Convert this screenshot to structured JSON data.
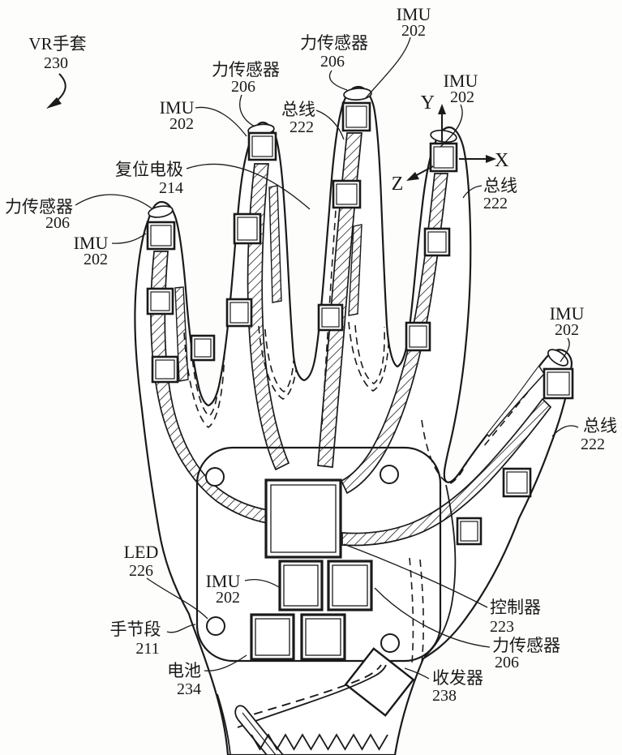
{
  "figure": {
    "type": "patent-line-drawing",
    "subject": "VR glove sensor layout (back-of-hand view)",
    "ink_color": "#1a1a1a",
    "paper_color": "#fdfdfc"
  },
  "axes": {
    "x": "X",
    "y": "Y",
    "z": "Z"
  },
  "labels": [
    {
      "id": "vr-glove",
      "text": "VR手套",
      "ref": "230"
    },
    {
      "id": "force-sensor-ring",
      "text": "力传感器",
      "ref": "206"
    },
    {
      "id": "imu-ring",
      "text": "IMU",
      "ref": "202"
    },
    {
      "id": "force-sensor-middle",
      "text": "力传感器",
      "ref": "206"
    },
    {
      "id": "imu-middle",
      "text": "IMU",
      "ref": "202"
    },
    {
      "id": "bus-middle",
      "text": "总线",
      "ref": "222"
    },
    {
      "id": "reset-electrode",
      "text": "复位电极",
      "ref": "214"
    },
    {
      "id": "force-sensor-pinky",
      "text": "力传感器",
      "ref": "206"
    },
    {
      "id": "imu-pinky",
      "text": "IMU",
      "ref": "202"
    },
    {
      "id": "imu-index",
      "text": "IMU",
      "ref": "202"
    },
    {
      "id": "bus-index",
      "text": "总线",
      "ref": "222"
    },
    {
      "id": "imu-thumb",
      "text": "IMU",
      "ref": "202"
    },
    {
      "id": "bus-thumb",
      "text": "总线",
      "ref": "222"
    },
    {
      "id": "led",
      "text": "LED",
      "ref": "226"
    },
    {
      "id": "imu-palm",
      "text": "IMU",
      "ref": "202"
    },
    {
      "id": "hand-segment",
      "text": "手节段",
      "ref": "211"
    },
    {
      "id": "battery",
      "text": "电池",
      "ref": "234"
    },
    {
      "id": "controller",
      "text": "控制器",
      "ref": "223"
    },
    {
      "id": "force-sensor-palm",
      "text": "力传感器",
      "ref": "206"
    },
    {
      "id": "transceiver",
      "text": "收发器",
      "ref": "238"
    }
  ]
}
